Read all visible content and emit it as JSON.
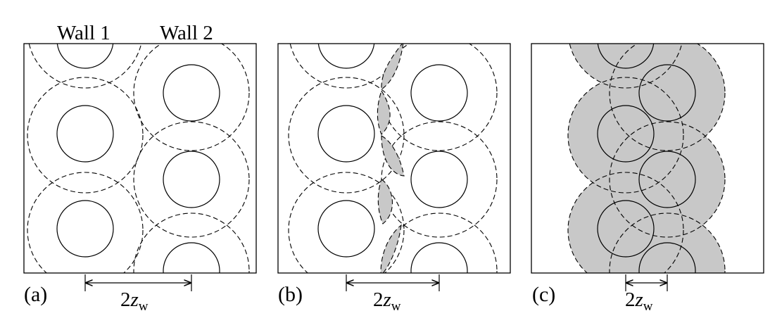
{
  "labels": {
    "wall1": "Wall 1",
    "wall2": "Wall 2"
  },
  "panels": [
    {
      "tag": "(a)",
      "dimension": {
        "coef": "2",
        "var": "z",
        "sub": "w"
      }
    },
    {
      "tag": "(b)",
      "dimension": {
        "coef": "2",
        "var": "z",
        "sub": "w"
      }
    },
    {
      "tag": "(c)",
      "dimension": {
        "coef": "2",
        "var": "z",
        "sub": "w"
      }
    }
  ],
  "colors": {
    "stroke": "#000000",
    "background": "#ffffff",
    "overlap_fill": "#c8c8c8",
    "double_overlap_fill": "#9a9a9a"
  }
}
